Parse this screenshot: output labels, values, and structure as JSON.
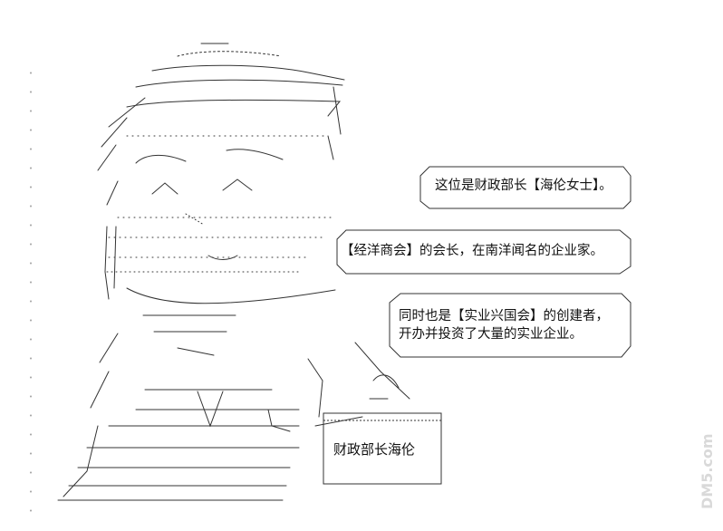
{
  "bubbles": [
    {
      "text": "这位是财政部长【海伦女士】。"
    },
    {
      "text": "【经洋商会】的会长，在南洋闻名的企业家。"
    },
    {
      "lines": [
        "同时也是【实业兴国会】的创建者，",
        "开办并投资了大量的实业企业。"
      ]
    }
  ],
  "sign": {
    "text": "财政部长海伦"
  },
  "watermark": {
    "text": "DM5.com"
  },
  "colors": {
    "ink": "#222222",
    "background": "#ffffff"
  }
}
